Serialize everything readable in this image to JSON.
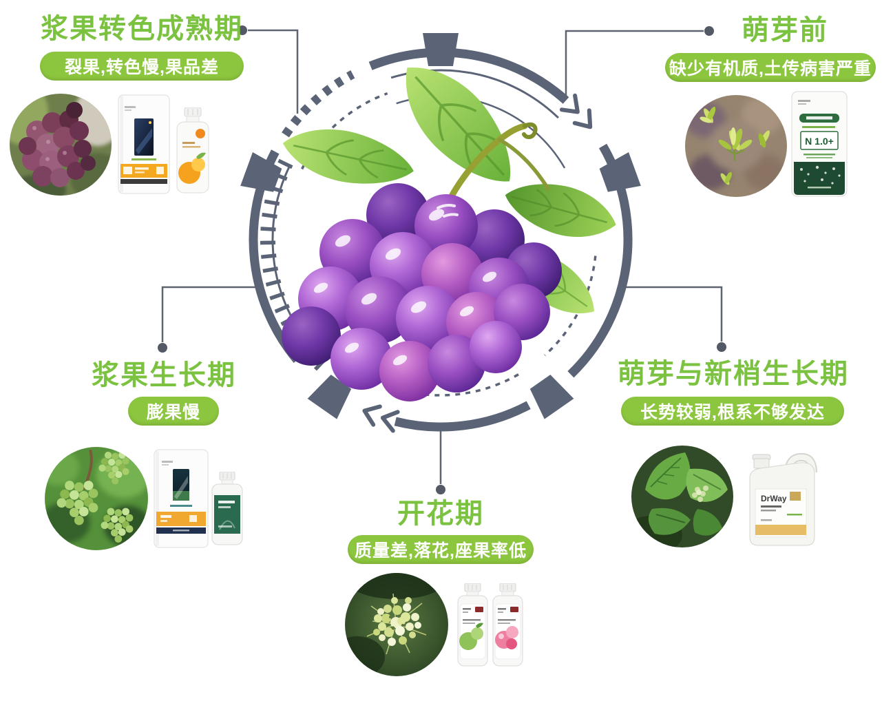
{
  "meta": {
    "language": "zh-CN",
    "theme_green": "#7cc241",
    "pill_green": "#8cc63e",
    "ring_slate": "#5b6377",
    "center_illustration": "grape-cluster-with-leaves"
  },
  "stages": {
    "ripening": {
      "title": "浆果转色成熟期",
      "issue": "裂果,转色慢,果品差"
    },
    "pre_bud": {
      "title": "萌芽前",
      "issue": "缺少有机质,土传病害严重",
      "bag_label": "N 1.0+"
    },
    "berry_growth": {
      "title": "浆果生长期",
      "issue": "膨果慢"
    },
    "shoot_growth": {
      "title": "萌芽与新梢生长期",
      "issue": "长势较弱,根系不够发达",
      "jug_brand": "DrWay"
    },
    "flowering": {
      "title": "开花期",
      "issue": "质量差,落花,座果率低"
    }
  }
}
